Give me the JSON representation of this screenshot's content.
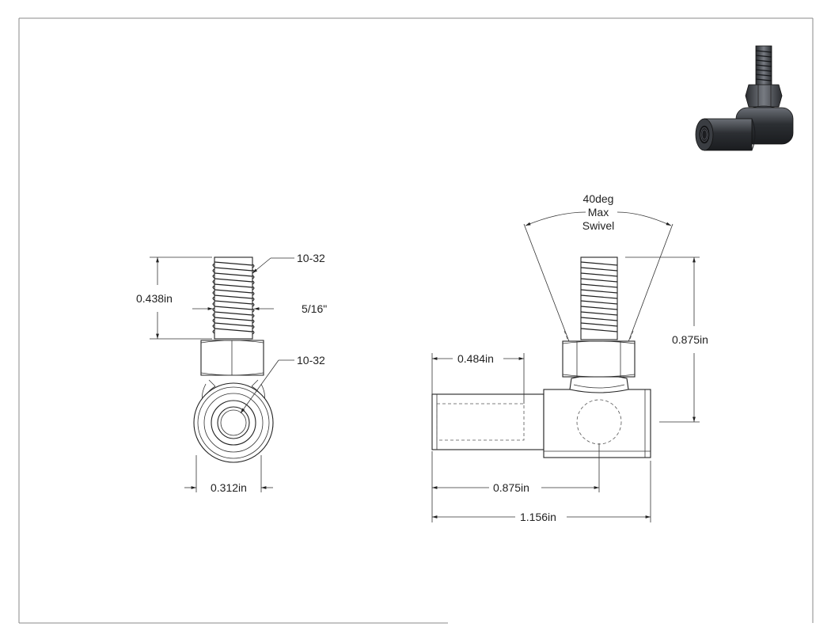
{
  "left_view": {
    "thread_callout_top": "10-32",
    "height_dim": "0.438in",
    "hex_dim": "5/16\"",
    "thread_callout_eye": "10-32",
    "width_dim": "0.312in"
  },
  "right_view": {
    "swivel_note": [
      "40deg",
      "Max",
      "Swivel"
    ],
    "height_dim": "0.875in",
    "socket_depth_dim": "0.484in",
    "center_dim": "0.875in",
    "overall_dim": "1.156in"
  },
  "colors": {
    "line": "#222222",
    "frame": "#888888",
    "render_body": "#3a3d42"
  },
  "icons": {
    "thumbnail": "ball-joint-render-icon"
  }
}
